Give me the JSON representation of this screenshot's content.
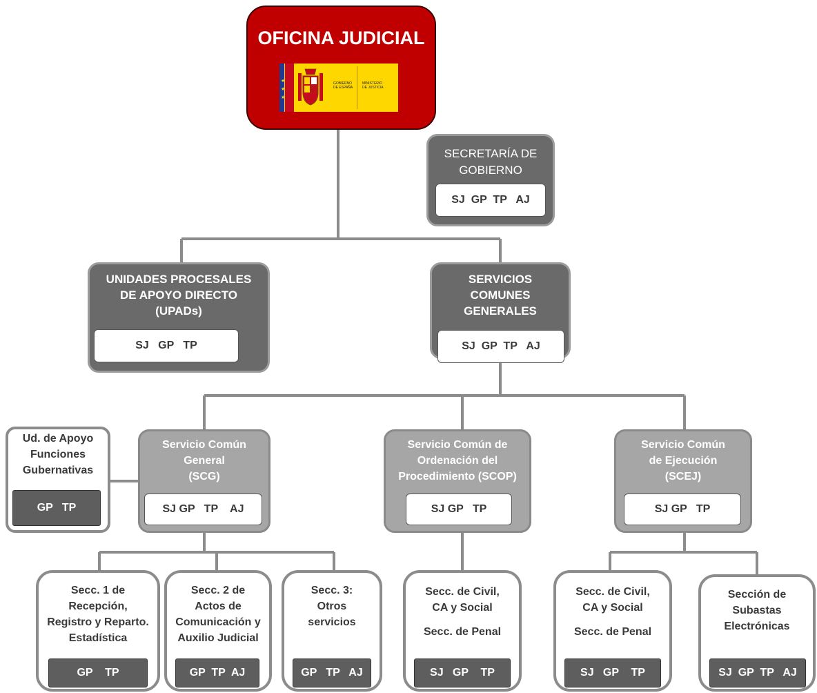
{
  "root": {
    "title": "OFICINA JUDICIAL",
    "logo": {
      "left_text": [
        "GOBIERNO",
        "DE ESPAÑA"
      ],
      "right_text": [
        "MINISTERIO",
        "DE JUSTICIA"
      ],
      "colors": {
        "red": "#c60b1e",
        "yellow": "#ffd700",
        "blue": "#1f3a93"
      }
    }
  },
  "secretaria": {
    "title": [
      "SECRETARÍA DE",
      "GOBIERNO"
    ],
    "staff": "SJ  GP  TP   AJ"
  },
  "upads": {
    "title": [
      "UNIDADES PROCESALES",
      "DE APOYO DIRECTO",
      "(UPADs)"
    ],
    "staff": "SJ   GP   TP"
  },
  "servicios": {
    "title": [
      "SERVICIOS",
      "COMUNES",
      "GENERALES"
    ],
    "staff": "SJ  GP  TP   AJ"
  },
  "apoyo": {
    "title": [
      "Ud. de Apoyo",
      "Funciones",
      "Gubernativas"
    ],
    "staff": "GP   TP"
  },
  "scg": {
    "title": [
      "Servicio Común",
      "General",
      "(SCG)"
    ],
    "staff": "SJ GP   TP    AJ"
  },
  "scop": {
    "title": [
      "Servicio Común de",
      "Ordenación del",
      "Procedimiento (SCOP)"
    ],
    "staff": "SJ GP   TP"
  },
  "scej": {
    "title": [
      "Servicio Común",
      "de Ejecución",
      "(SCEJ)"
    ],
    "staff": "SJ GP   TP"
  },
  "secc1": {
    "title": [
      "Secc. 1 de",
      "Recepción,",
      "Registro y Reparto.",
      "Estadística"
    ],
    "staff": "GP    TP"
  },
  "secc2": {
    "title": [
      "Secc. 2 de",
      "Actos de",
      "Comunicación y",
      "Auxilio Judicial"
    ],
    "staff": "GP  TP  AJ"
  },
  "secc3": {
    "title": [
      "Secc. 3:",
      "Otros",
      "servicios"
    ],
    "staff": "GP   TP   AJ"
  },
  "scop_secc": {
    "title": [
      "Secc. de Civil,",
      "CA y Social"
    ],
    "title2": "Secc. de Penal",
    "staff": "SJ   GP    TP"
  },
  "scej_secc": {
    "title": [
      "Secc. de Civil,",
      "CA y Social"
    ],
    "title2": "Secc. de Penal",
    "staff": "SJ   GP    TP"
  },
  "subastas": {
    "title": [
      "Sección de",
      "Subastas",
      "Electrónicas"
    ],
    "staff": "SJ  GP  TP   AJ"
  },
  "colors": {
    "root_red": "#c00000",
    "dark_box": "#6a6a6a",
    "mid_box": "#a6a6a6",
    "connector": "#8c8c8c"
  }
}
